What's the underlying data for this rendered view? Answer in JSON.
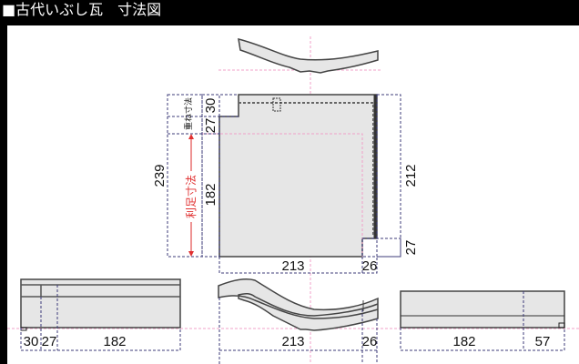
{
  "title": "■古代いぶし瓦　寸法図",
  "plan": {
    "total_height": "239",
    "overlap_label": "重ね寸法",
    "effective_label": "利足寸法",
    "top_30": "30",
    "top_27": "27",
    "effective_182": "182",
    "width_213": "213",
    "width_26": "26",
    "right_212": "212",
    "right_27": "27"
  },
  "side_left": {
    "d1": "30",
    "d2": "27",
    "d3": "182"
  },
  "front": {
    "d1": "213",
    "d2": "26"
  },
  "side_right": {
    "d1": "182",
    "d2": "57"
  },
  "colors": {
    "tile": "#e6e6e6",
    "dim_line": "#3c3b7a",
    "center_line": "#f0a0c8",
    "arrow": "#e03030"
  }
}
